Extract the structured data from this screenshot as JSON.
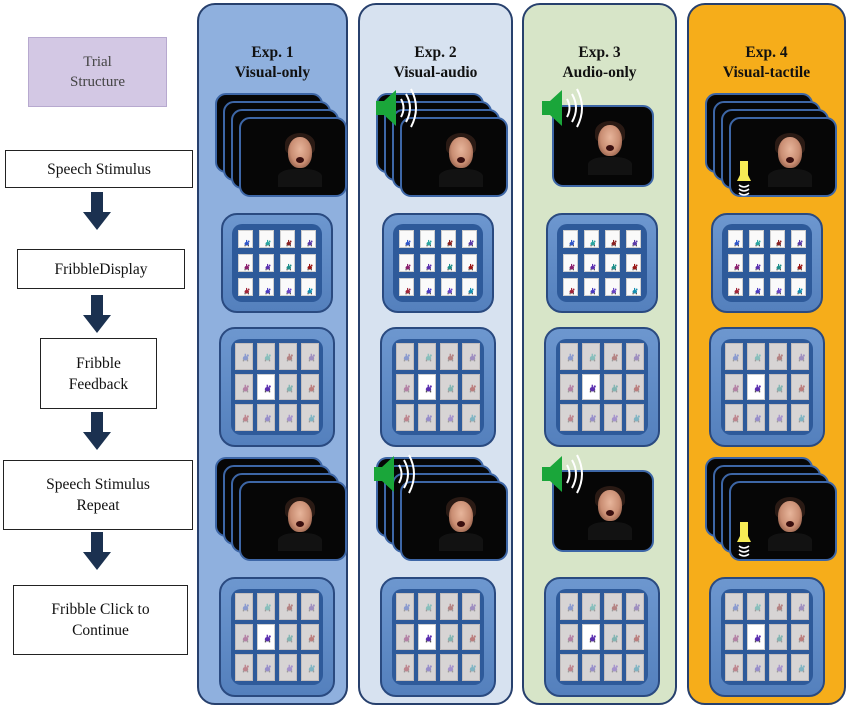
{
  "trial_structure": "Trial\nStructure",
  "trial_structure_lines": [
    "Trial",
    "Structure"
  ],
  "steps": [
    {
      "lines": [
        "Speech Stimulus"
      ]
    },
    {
      "lines": [
        "FribbleDisplay"
      ]
    },
    {
      "lines": [
        "Fribble",
        "Feedback"
      ]
    },
    {
      "lines": [
        "Speech Stimulus",
        "Repeat"
      ]
    },
    {
      "lines": [
        "Fribble Click to",
        "Continue"
      ]
    }
  ],
  "experiments": [
    {
      "title": "Exp. 1",
      "subtitle": "Visual-only",
      "bg": "#8fb0de",
      "audio": false,
      "tactile": false,
      "stacked": true
    },
    {
      "title": "Exp. 2",
      "subtitle": "Visual-audio",
      "bg": "#d7e2f0",
      "audio": true,
      "tactile": false,
      "stacked": true
    },
    {
      "title": "Exp. 3",
      "subtitle": "Audio-only",
      "bg": "#d7e5c8",
      "audio": true,
      "tactile": false,
      "stacked": false
    },
    {
      "title": "Exp. 4",
      "subtitle": "Visual-tactile",
      "bg": "#f6ad1a",
      "audio": false,
      "tactile": true,
      "stacked": true
    }
  ],
  "colors": {
    "frame_border": "#27406d",
    "speaker": "#1aa63a",
    "tactile": "#f7ec55",
    "fribble_colors": [
      "#2f56c9",
      "#2aa6a0",
      "#8a2121",
      "#5a3aa8",
      "#8b1f6e",
      "#5b2fb0",
      "#1d8f8a",
      "#9a1616",
      "#a0263a",
      "#4a3ac0",
      "#6a46c4",
      "#178fb0"
    ]
  },
  "icons": [
    "arrow-down-icon",
    "speaker-icon",
    "sound-wave-icon",
    "tactile-vibration-icon",
    "face-video-icon",
    "fribble-icon"
  ]
}
